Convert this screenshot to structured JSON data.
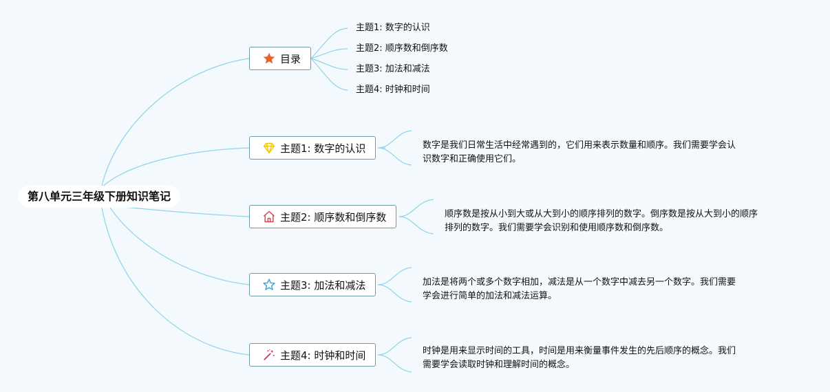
{
  "root": {
    "title": "第八单元三年级下册知识笔记"
  },
  "toc": {
    "title": "目录",
    "icon": "star-filled-icon",
    "color": "#e8602c",
    "items": [
      "主题1: 数字的认识",
      "主题2: 顺序数和倒序数",
      "主题3: 加法和减法",
      "主题4: 时钟和时间"
    ]
  },
  "topics": [
    {
      "title": "主题1: 数字的认识",
      "icon": "diamond-icon",
      "color": "#f2c200",
      "desc": [
        "数字是我们日常生活中经常遇到的，它们用来表示数量和顺序。我们需要学会认",
        "识数字和正确使用它们。"
      ]
    },
    {
      "title": "主题2: 顺序数和倒序数",
      "icon": "house-icon",
      "color": "#d8475a",
      "desc": [
        "顺序数是按从小到大或从大到小的顺序排列的数字。倒序数是按从大到小的顺序",
        "排列的数字。我们需要学会识别和使用顺序数和倒序数。"
      ]
    },
    {
      "title": "主题3: 加法和减法",
      "icon": "star-outline-icon",
      "color": "#3aa7d8",
      "desc": [
        "加法是将两个或多个数字相加，减法是从一个数字中减去另一个数字。我们需要",
        "学会进行简单的加法和减法运算。"
      ]
    },
    {
      "title": "主题4: 时钟和时间",
      "icon": "magic-wand-icon",
      "color": "#d8336f",
      "desc": [
        "时钟是用来显示时间的工具，时间是用来衡量事件发生的先后顺序的概念。我们",
        "需要学会读取时钟和理解时间的概念。"
      ]
    }
  ]
}
